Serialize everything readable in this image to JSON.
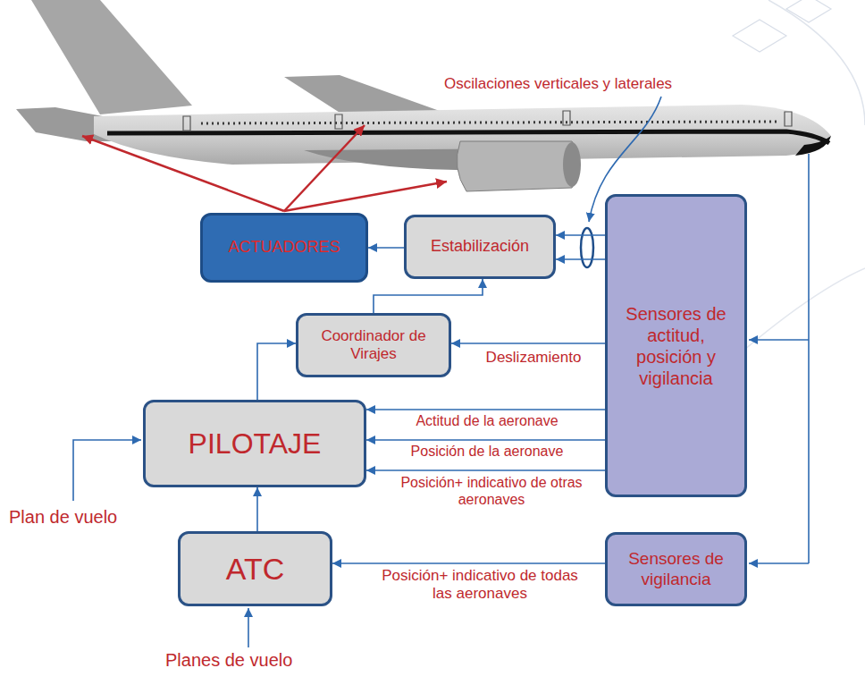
{
  "diagram": {
    "nodes": [
      {
        "text": [
          "ACTUADORES"
        ]
      },
      {
        "text": [
          "Estabilización"
        ]
      },
      {
        "text": [
          "Sensores de actitud, posición y vigilancia"
        ]
      },
      {
        "text": [
          "Coordinador de Virajes"
        ]
      },
      {
        "text": [
          "PILOTAJE"
        ]
      },
      {
        "text": [
          "ATC"
        ]
      },
      {
        "text": [
          "Sensores de vigilancia"
        ]
      }
    ],
    "edges": [
      {
        "from": 1,
        "to": 0,
        "arrow": "to"
      },
      {
        "from": 2,
        "to": 1,
        "arrow": "to"
      },
      {
        "from": 2,
        "to": 1,
        "arrow": "to"
      },
      {
        "from": 3,
        "to": 1,
        "arrow": "to"
      },
      {
        "from": 2,
        "to": 3,
        "label": "Deslizamiento",
        "arrow": "to"
      },
      {
        "from": 4,
        "to": 3,
        "arrow": "to"
      },
      {
        "from": 2,
        "to": 4,
        "label": "Actitud de la aeronave",
        "arrow": "to"
      },
      {
        "from": 2,
        "to": 4,
        "label": "Posición de la aeronave",
        "arrow": "to"
      },
      {
        "from": 2,
        "to": 4,
        "label": "Posición+ indicativo de otras aeronaves",
        "arrow": "to"
      },
      {
        "from": 5,
        "to": 4,
        "arrow": "to"
      },
      {
        "from": 6,
        "to": 5,
        "label": "Posición+ indicativo de todas las aeronaves",
        "arrow": "to"
      }
    ],
    "labels": [
      "Oscilaciones verticales y laterales",
      "Plan de vuelo",
      "Planes de vuelo"
    ]
  }
}
